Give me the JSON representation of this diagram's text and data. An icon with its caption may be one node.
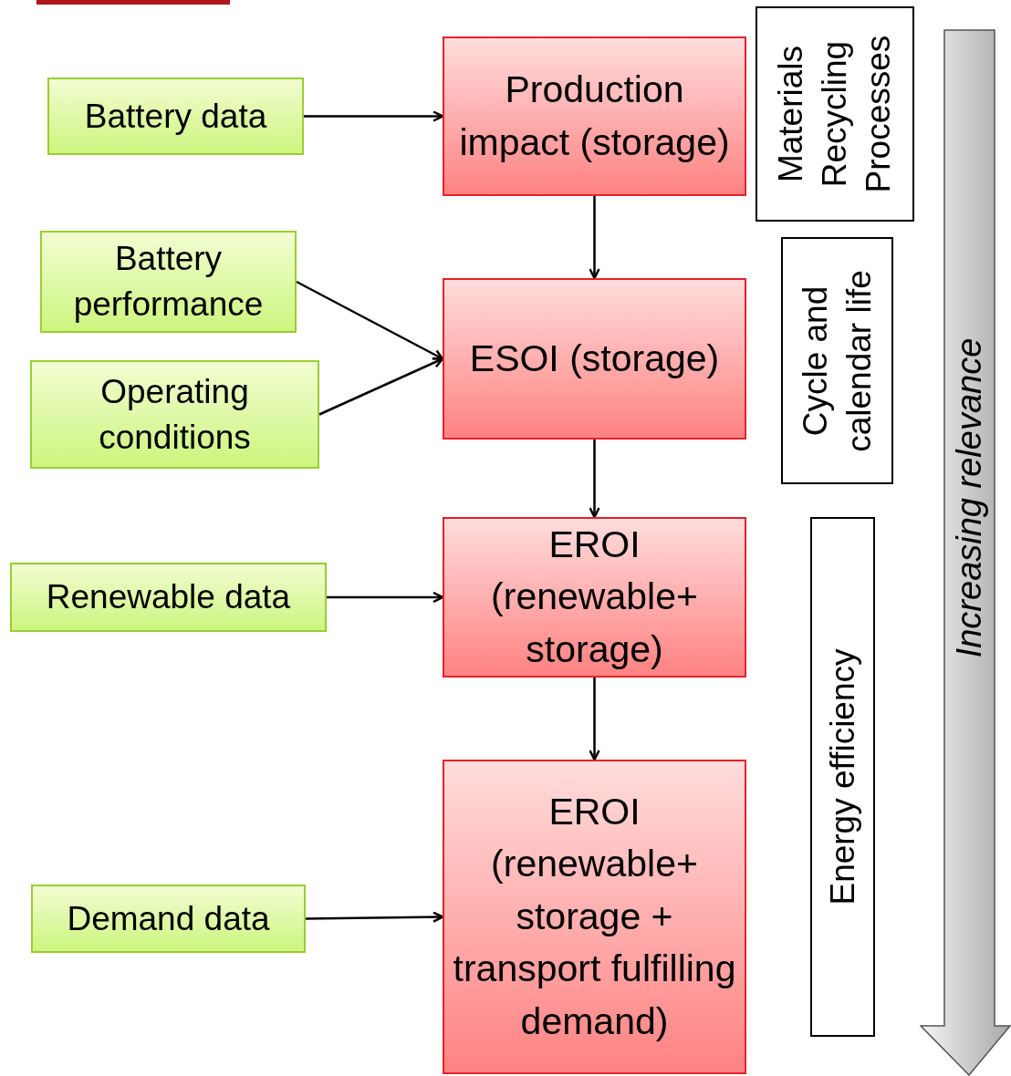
{
  "diagram": {
    "nodes": [
      {
        "text": [
          "Battery data"
        ]
      },
      {
        "text": [
          "Production impact (storage)"
        ]
      },
      {
        "text": [
          "Materials Recycling Processes"
        ]
      },
      {
        "text": [
          "Battery performance"
        ]
      },
      {
        "text": [
          "Operating conditions"
        ]
      },
      {
        "text": [
          "ESOI (storage)"
        ]
      },
      {
        "text": [
          "Cycle and calendar life"
        ]
      },
      {
        "text": [
          "Renewable data"
        ]
      },
      {
        "text": [
          "EROI (renewable+ storage)"
        ]
      },
      {
        "text": [
          "Energy efficiency"
        ]
      },
      {
        "text": [
          "Demand data"
        ]
      },
      {
        "text": [
          "EROI (renewable+ storage + transport fulfilling demand)"
        ]
      },
      {
        "text": [
          "Increasing relevance"
        ]
      }
    ],
    "edges": [
      {
        "from": 0,
        "to": 1,
        "arrow": "to"
      },
      {
        "from": 1,
        "to": 5,
        "arrow": "to"
      },
      {
        "from": 3,
        "to": 5,
        "arrow": "to"
      },
      {
        "from": 4,
        "to": 5,
        "arrow": "to"
      },
      {
        "from": 5,
        "to": 8,
        "arrow": "to"
      },
      {
        "from": 7,
        "to": 8,
        "arrow": "to"
      },
      {
        "from": 8,
        "to": 11,
        "arrow": "to"
      },
      {
        "from": 10,
        "to": 11,
        "arrow": "to"
      }
    ]
  }
}
